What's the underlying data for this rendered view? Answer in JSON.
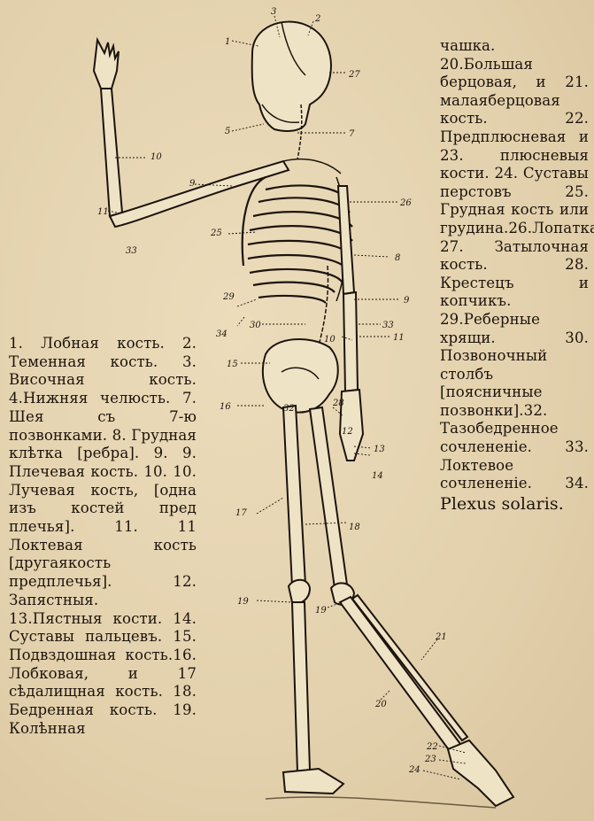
{
  "legend_left": "1. Лобная кость. 2. Теменная кость. 3. Височная кость. 4.Нижняя челюсть. 7. Шея съ 7-ю позвонками. 8. Грудная клѣтка [ребра]. 9. 9. Плечевая кость. 10. 10. Лучевая кость, [одна изъ костей пред плечья]. 11. 11 Локтевая кость [другаякость предплечья]. 12. Запястныя. 13.Пястныя кости. 14. Суставы пальцевъ. 15. Подвздошная кость.16. Лобковая, и 17 сѣдалищная кость. 18. Бедренная кость. 19. Колѣнная",
  "legend_right": "чашка. 20.Большая берцовая, и 21. малаяберцовая кость. 22. Предплюсневая и 23. плюсневыя кости. 24. Суставы перстовъ 25. Грудная кость или грудина.26.Лопатка. 27. Затылочная кость. 28. Крестецъ и копчикъ. 29.Реберные хрящи. 30. Позвоночный столбъ [поясничные позвонки].32. Тазобедренное сочлененіе. 33. Локтевое сочлененіе. 34.",
  "legend_right_end": "Plexus solaris.",
  "figure_labels": {
    "l1": "1",
    "l2": "2",
    "l3": "3",
    "l5": "5",
    "l7": "7",
    "l27": "27",
    "l10a": "10",
    "l9a": "9",
    "l11a": "11",
    "l33a": "33",
    "l26": "26",
    "l25": "25",
    "l8": "8",
    "l29": "29",
    "l34": "34",
    "l9b": "9",
    "l30": "30",
    "l33b": "33",
    "l10b": "10",
    "l11b": "11",
    "l15": "15",
    "l28": "28",
    "l32": "32",
    "l16": "16",
    "l12": "12",
    "l13": "13",
    "l14": "14",
    "l17": "17",
    "l18": "18",
    "l19a": "19",
    "l19b": "19",
    "l21": "21",
    "l20": "20",
    "l22": "22",
    "l23": "23",
    "l24": "24"
  }
}
